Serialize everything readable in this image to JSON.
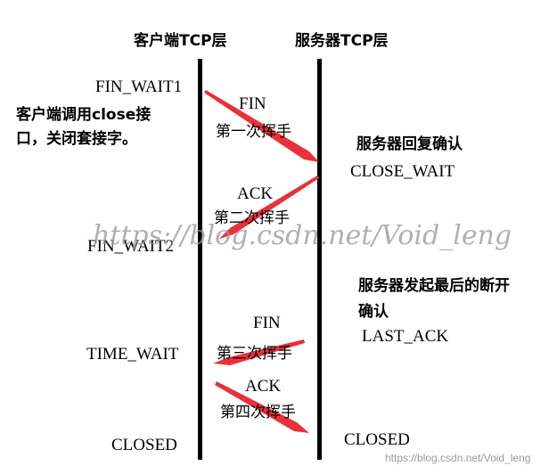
{
  "headers": {
    "client": "客户端TCP层",
    "server": "服务器TCP层"
  },
  "client_states": {
    "fin_wait1": "FIN_WAIT1",
    "fin_wait2": "FIN_WAIT2",
    "time_wait": "TIME_WAIT",
    "closed": "CLOSED"
  },
  "server_states": {
    "close_wait": "CLOSE_WAIT",
    "last_ack": "LAST_ACK",
    "closed": "CLOSED"
  },
  "notes": {
    "client_close_line1": "客户端调用close接",
    "client_close_line2": "口，关闭套接字。",
    "server_ack": "服务器回复确认",
    "server_fin_line1": "服务器发起最后的断开",
    "server_fin_line2": "确认"
  },
  "messages": [
    {
      "label": "FIN",
      "handshake": "第一次挥手",
      "direction": "client-to-server"
    },
    {
      "label": "ACK",
      "handshake": "第二次挥手",
      "direction": "server-to-client"
    },
    {
      "label": "FIN",
      "handshake": "第三次挥手",
      "direction": "server-to-client"
    },
    {
      "label": "ACK",
      "handshake": "第四次挥手",
      "direction": "client-to-server"
    }
  ],
  "colors": {
    "arrow": "#e8313a",
    "lifeline": "#000000",
    "watermark": "#969696"
  },
  "watermark": {
    "center": "https://blog.csdn.net/Void_leng",
    "corner": "https://blog.csdn.net/Void_leng"
  }
}
